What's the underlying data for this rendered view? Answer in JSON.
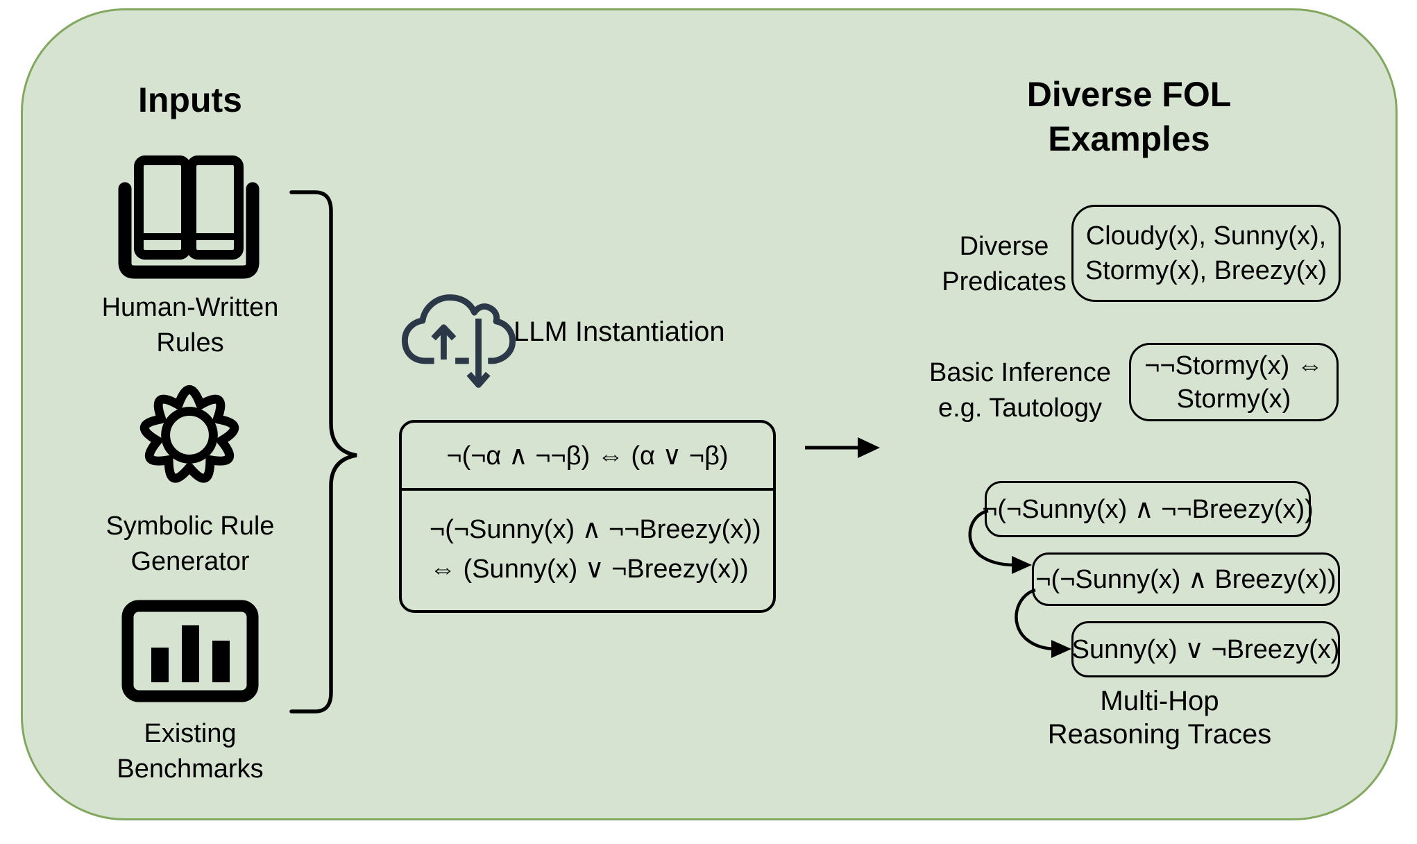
{
  "colors": {
    "panel_bg": "#d6e3d0",
    "panel_border": "#82a860",
    "ink": "#000000",
    "cloud_ink": "#2b3848"
  },
  "left_column": {
    "title": "Inputs",
    "human_rules": {
      "line1": "Human-Written",
      "line2": "Rules"
    },
    "symbolic": {
      "line1": "Symbolic Rule",
      "line2": "Generator"
    },
    "benchmarks": {
      "line1": "Existing",
      "line2": "Benchmarks"
    }
  },
  "middle": {
    "llm_label": "LLM Instantiation",
    "abstract_rule": "¬(¬α ∧ ¬¬β) ⇔ (α ∨ ¬β)",
    "instantiated_line1": "¬(¬Sunny(x) ∧ ¬¬Breezy(x))",
    "instantiated_line2": "⇔ (Sunny(x) ∨ ¬Breezy(x))"
  },
  "right_column": {
    "title_line1": "Diverse FOL",
    "title_line2": "Examples",
    "predicates_label": {
      "line1": "Diverse",
      "line2": "Predicates"
    },
    "predicates_box": {
      "line1": "Cloudy(x), Sunny(x),",
      "line2": "Stormy(x), Breezy(x)"
    },
    "inference_label": {
      "line1": "Basic Inference",
      "line2": "e.g. Tautology"
    },
    "tautology_box": {
      "line1": "¬¬Stormy(x) ⇔",
      "line2": "Stormy(x)"
    },
    "hop_boxes": [
      "¬(¬Sunny(x) ∧ ¬¬Breezy(x))",
      "¬(¬Sunny(x) ∧ Breezy(x))",
      "Sunny(x) ∨ ¬Breezy(x)"
    ],
    "multihop_label": {
      "line1": "Multi-Hop",
      "line2": "Reasoning Traces"
    }
  }
}
